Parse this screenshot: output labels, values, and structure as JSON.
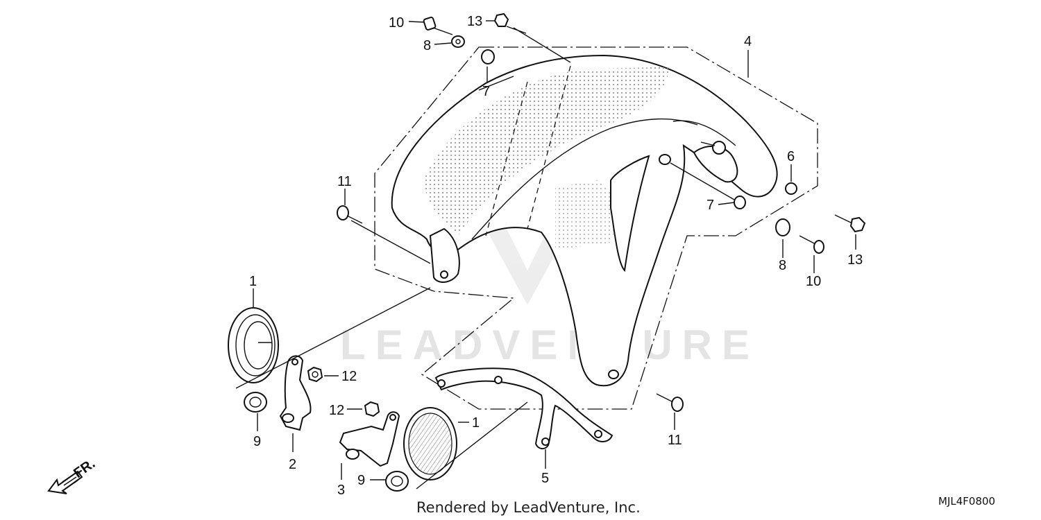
{
  "diagram": {
    "parts": [
      {
        "key": "p1a",
        "label": "1"
      },
      {
        "key": "p1b",
        "label": "1"
      },
      {
        "key": "p2",
        "label": "2"
      },
      {
        "key": "p3",
        "label": "3"
      },
      {
        "key": "p4",
        "label": "4"
      },
      {
        "key": "p5",
        "label": "5"
      },
      {
        "key": "p6",
        "label": "6"
      },
      {
        "key": "p7a",
        "label": "7"
      },
      {
        "key": "p7b",
        "label": "7"
      },
      {
        "key": "p8a",
        "label": "8"
      },
      {
        "key": "p8b",
        "label": "8"
      },
      {
        "key": "p9a",
        "label": "9"
      },
      {
        "key": "p9b",
        "label": "9"
      },
      {
        "key": "p10a",
        "label": "10"
      },
      {
        "key": "p10b",
        "label": "10"
      },
      {
        "key": "p11a",
        "label": "11"
      },
      {
        "key": "p11b",
        "label": "11"
      },
      {
        "key": "p12a",
        "label": "12"
      },
      {
        "key": "p12b",
        "label": "12"
      },
      {
        "key": "p13a",
        "label": "13"
      },
      {
        "key": "p13b",
        "label": "13"
      }
    ],
    "direction_label": "FR.",
    "watermark": "LEADVENTURE",
    "footer_text": "Rendered by LeadVenture, Inc.",
    "diagram_code": "MJL4F0800"
  }
}
